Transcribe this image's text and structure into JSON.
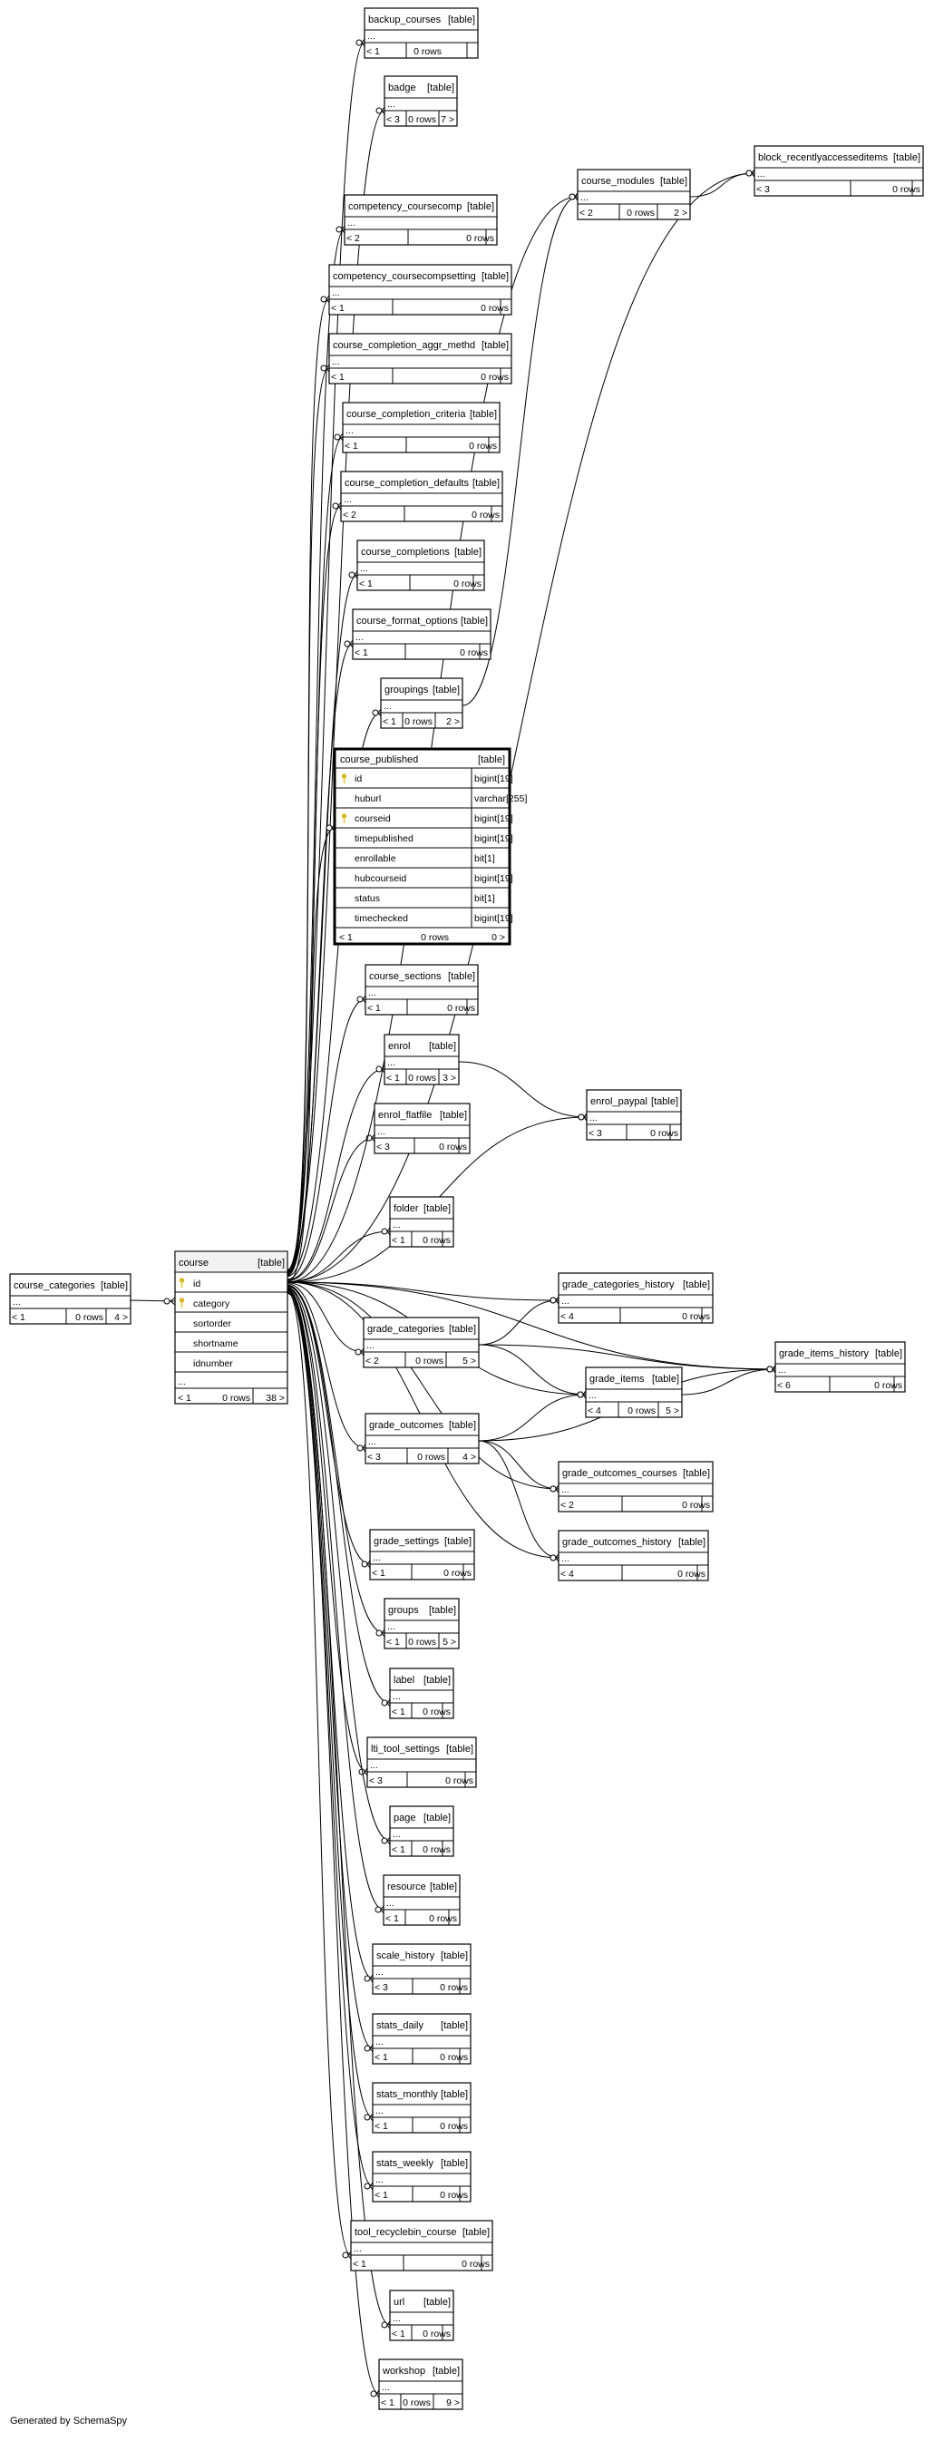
{
  "footer": "Generated by SchemaSpy",
  "tables": [
    {
      "id": "backup_courses",
      "name": "backup_courses",
      "tag": "[table]",
      "left": "< 1",
      "rows": "0 rows",
      "right": ""
    },
    {
      "id": "badge",
      "name": "badge",
      "tag": "[table]",
      "left": "< 3",
      "rows": "0 rows",
      "right": "7 >"
    },
    {
      "id": "block_recentlyaccesseditems",
      "name": "block_recentlyaccesseditems",
      "tag": "[table]",
      "left": "< 3",
      "rows": "0 rows",
      "right": ""
    },
    {
      "id": "course_modules",
      "name": "course_modules",
      "tag": "[table]",
      "left": "< 2",
      "rows": "0 rows",
      "right": "2 >"
    },
    {
      "id": "competency_coursecomp",
      "name": "competency_coursecomp",
      "tag": "[table]",
      "left": "< 2",
      "rows": "0 rows",
      "right": ""
    },
    {
      "id": "competency_coursecompsetting",
      "name": "competency_coursecompsetting",
      "tag": "[table]",
      "left": "< 1",
      "rows": "0 rows",
      "right": ""
    },
    {
      "id": "course_completion_aggr_methd",
      "name": "course_completion_aggr_methd",
      "tag": "[table]",
      "left": "< 1",
      "rows": "0 rows",
      "right": ""
    },
    {
      "id": "course_completion_criteria",
      "name": "course_completion_criteria",
      "tag": "[table]",
      "left": "< 1",
      "rows": "0 rows",
      "right": ""
    },
    {
      "id": "course_completion_defaults",
      "name": "course_completion_defaults",
      "tag": "[table]",
      "left": "< 2",
      "rows": "0 rows",
      "right": ""
    },
    {
      "id": "course_completions",
      "name": "course_completions",
      "tag": "[table]",
      "left": "< 1",
      "rows": "0 rows",
      "right": ""
    },
    {
      "id": "course_format_options",
      "name": "course_format_options",
      "tag": "[table]",
      "left": "< 1",
      "rows": "0 rows",
      "right": ""
    },
    {
      "id": "groupings",
      "name": "groupings",
      "tag": "[table]",
      "left": "< 1",
      "rows": "0 rows",
      "right": "2 >"
    },
    {
      "id": "course_sections",
      "name": "course_sections",
      "tag": "[table]",
      "left": "< 1",
      "rows": "0 rows",
      "right": ""
    },
    {
      "id": "enrol",
      "name": "enrol",
      "tag": "[table]",
      "left": "< 1",
      "rows": "0 rows",
      "right": "3 >"
    },
    {
      "id": "enrol_paypal",
      "name": "enrol_paypal",
      "tag": "[table]",
      "left": "< 3",
      "rows": "0 rows",
      "right": ""
    },
    {
      "id": "enrol_flatfile",
      "name": "enrol_flatfile",
      "tag": "[table]",
      "left": "< 3",
      "rows": "0 rows",
      "right": ""
    },
    {
      "id": "folder",
      "name": "folder",
      "tag": "[table]",
      "left": "< 1",
      "rows": "0 rows",
      "right": ""
    },
    {
      "id": "course_categories",
      "name": "course_categories",
      "tag": "[table]",
      "left": "< 1",
      "rows": "0 rows",
      "right": "4 >"
    },
    {
      "id": "grade_categories_history",
      "name": "grade_categories_history",
      "tag": "[table]",
      "left": "< 4",
      "rows": "0 rows",
      "right": ""
    },
    {
      "id": "grade_categories",
      "name": "grade_categories",
      "tag": "[table]",
      "left": "< 2",
      "rows": "0 rows",
      "right": "5 >"
    },
    {
      "id": "grade_items_history",
      "name": "grade_items_history",
      "tag": "[table]",
      "left": "< 6",
      "rows": "0 rows",
      "right": ""
    },
    {
      "id": "grade_items",
      "name": "grade_items",
      "tag": "[table]",
      "left": "< 4",
      "rows": "0 rows",
      "right": "5 >"
    },
    {
      "id": "grade_outcomes",
      "name": "grade_outcomes",
      "tag": "[table]",
      "left": "< 3",
      "rows": "0 rows",
      "right": "4 >"
    },
    {
      "id": "grade_outcomes_courses",
      "name": "grade_outcomes_courses",
      "tag": "[table]",
      "left": "< 2",
      "rows": "0 rows",
      "right": ""
    },
    {
      "id": "grade_outcomes_history",
      "name": "grade_outcomes_history",
      "tag": "[table]",
      "left": "< 4",
      "rows": "0 rows",
      "right": ""
    },
    {
      "id": "grade_settings",
      "name": "grade_settings",
      "tag": "[table]",
      "left": "< 1",
      "rows": "0 rows",
      "right": ""
    },
    {
      "id": "groups",
      "name": "groups",
      "tag": "[table]",
      "left": "< 1",
      "rows": "0 rows",
      "right": "5 >"
    },
    {
      "id": "label",
      "name": "label",
      "tag": "[table]",
      "left": "< 1",
      "rows": "0 rows",
      "right": ""
    },
    {
      "id": "lti_tool_settings",
      "name": "lti_tool_settings",
      "tag": "[table]",
      "left": "< 3",
      "rows": "0 rows",
      "right": ""
    },
    {
      "id": "page",
      "name": "page",
      "tag": "[table]",
      "left": "< 1",
      "rows": "0 rows",
      "right": ""
    },
    {
      "id": "resource",
      "name": "resource",
      "tag": "[table]",
      "left": "< 1",
      "rows": "0 rows",
      "right": ""
    },
    {
      "id": "scale_history",
      "name": "scale_history",
      "tag": "[table]",
      "left": "< 3",
      "rows": "0 rows",
      "right": ""
    },
    {
      "id": "stats_daily",
      "name": "stats_daily",
      "tag": "[table]",
      "left": "< 1",
      "rows": "0 rows",
      "right": ""
    },
    {
      "id": "stats_monthly",
      "name": "stats_monthly",
      "tag": "[table]",
      "left": "< 1",
      "rows": "0 rows",
      "right": ""
    },
    {
      "id": "stats_weekly",
      "name": "stats_weekly",
      "tag": "[table]",
      "left": "< 1",
      "rows": "0 rows",
      "right": ""
    },
    {
      "id": "tool_recyclebin_course",
      "name": "tool_recyclebin_course",
      "tag": "[table]",
      "left": "< 1",
      "rows": "0 rows",
      "right": ""
    },
    {
      "id": "url",
      "name": "url",
      "tag": "[table]",
      "left": "< 1",
      "rows": "0 rows",
      "right": ""
    },
    {
      "id": "workshop",
      "name": "workshop",
      "tag": "[table]",
      "left": "< 1",
      "rows": "0 rows",
      "right": "9 >"
    }
  ],
  "course": {
    "name": "course",
    "tag": "[table]",
    "columns": [
      {
        "name": "id",
        "key": "pk"
      },
      {
        "name": "category",
        "key": "fk"
      },
      {
        "name": "sortorder",
        "key": ""
      },
      {
        "name": "shortname",
        "key": ""
      },
      {
        "name": "idnumber",
        "key": ""
      }
    ],
    "ellipsis": "...",
    "left": "< 1",
    "rows": "0 rows",
    "right": "38 >"
  },
  "course_published": {
    "name": "course_published",
    "tag": "[table]",
    "columns": [
      {
        "name": "id",
        "type": "bigint[19]",
        "key": "pk"
      },
      {
        "name": "huburl",
        "type": "varchar[255]",
        "key": ""
      },
      {
        "name": "courseid",
        "type": "bigint[19]",
        "key": "fk"
      },
      {
        "name": "timepublished",
        "type": "bigint[19]",
        "key": ""
      },
      {
        "name": "enrollable",
        "type": "bit[1]",
        "key": ""
      },
      {
        "name": "hubcourseid",
        "type": "bigint[19]",
        "key": ""
      },
      {
        "name": "status",
        "type": "bit[1]",
        "key": ""
      },
      {
        "name": "timechecked",
        "type": "bigint[19]",
        "key": ""
      }
    ],
    "left": "< 1",
    "rows": "0 rows",
    "right": "0 >"
  },
  "ellipsis": "...",
  "colors": {
    "line": "#000000",
    "header": "#f2f2f2",
    "key": "#e8c200"
  }
}
